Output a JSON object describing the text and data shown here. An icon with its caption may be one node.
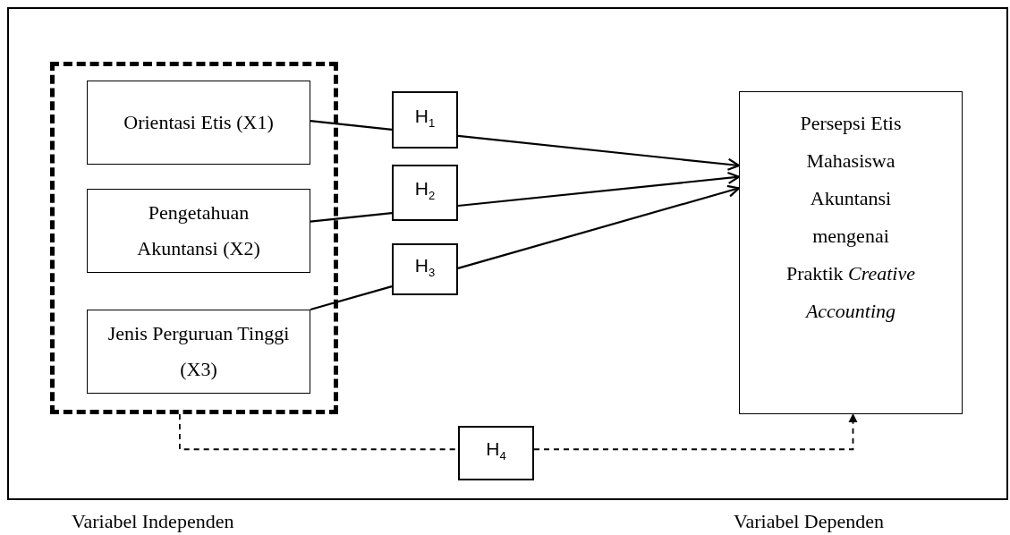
{
  "diagram": {
    "nodes": [
      {
        "text": [],
        "shape": "box"
      },
      {
        "text": [
          "Orientasi Etis (X1)"
        ],
        "in": 0
      },
      {
        "text": [
          "Pengetahuan Akuntansi (X2)"
        ],
        "in": 0
      },
      {
        "text": [
          "Jenis Perguruan Tinggi (X3)"
        ],
        "in": 0
      },
      {
        "text": [
          "H$_{1}$"
        ]
      },
      {
        "text": [
          "H$_{2}$"
        ]
      },
      {
        "text": [
          "H$_{3}$"
        ]
      },
      {
        "text": [
          "Persepsi Etis Mahasiswa Akuntansi mengenai Praktik *Creative Accounting*"
        ]
      },
      {
        "text": [
          "H$_{4}$"
        ]
      }
    ],
    "edges": [
      {
        "from": 1,
        "to": 4,
        "arrow": "none"
      },
      {
        "from": 4,
        "to": 7,
        "arrow": "to"
      },
      {
        "from": 2,
        "to": 5,
        "arrow": "none"
      },
      {
        "from": 5,
        "to": 7,
        "arrow": "to"
      },
      {
        "from": 3,
        "to": 6,
        "arrow": "none"
      },
      {
        "from": 6,
        "to": 7,
        "arrow": "to"
      },
      {
        "from": 0,
        "to": 8,
        "arrow": "none",
        "style": "dashed"
      },
      {
        "from": 8,
        "to": 7,
        "arrow": "to",
        "style": "dashed"
      }
    ],
    "labels": [
      "Variabel Independen",
      "Variabel Dependen"
    ]
  }
}
